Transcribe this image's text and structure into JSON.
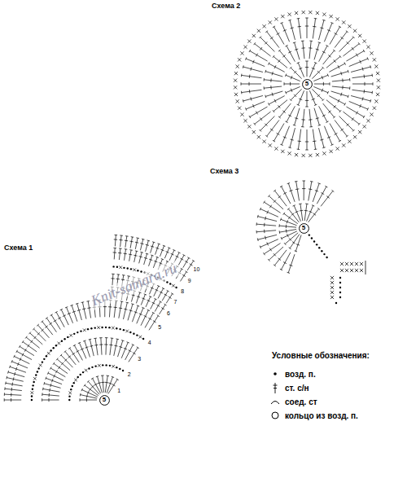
{
  "diagram": {
    "nodes": [
      {
        "text": [
          "5"
        ]
      },
      {
        "text": [
          "5"
        ]
      },
      {
        "text": [
          "5"
        ]
      }
    ],
    "labels": [
      "Схема 2",
      "Схема 3",
      "Схема 1",
      "1",
      "2",
      "3",
      "4",
      "5",
      "6",
      "7",
      "8",
      "9",
      "10",
      "Knit-samara.ru",
      "Условные обозначения:"
    ],
    "legend": [
      {
        "text": "возд. п."
      },
      {
        "text": "ст. с/н"
      },
      {
        "text": "соед. ст"
      },
      {
        "text": "кольцо из возд. п."
      }
    ]
  }
}
